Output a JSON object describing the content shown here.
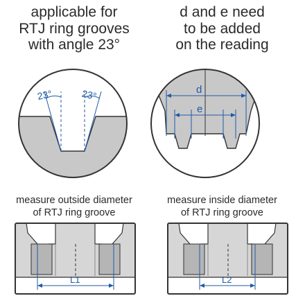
{
  "top_left": {
    "caption": [
      "applicable for",
      "RTJ ring grooves",
      "with angle 23°"
    ],
    "angle_left": "23°",
    "angle_right": "23°"
  },
  "top_right": {
    "caption": [
      "d and e need",
      "to be added",
      "on the reading"
    ],
    "label_d": "d",
    "label_e": "e"
  },
  "bottom_left": {
    "caption": [
      "measure outside diameter",
      "of RTJ ring groove"
    ],
    "label": "L1"
  },
  "bottom_right": {
    "caption": [
      "measure inside diameter",
      "of RTJ ring groove"
    ],
    "label": "L2"
  },
  "colors": {
    "metal": "#c8c8c8",
    "outline": "#333333",
    "dimension": "#1f5aa6",
    "background": "#ffffff"
  }
}
